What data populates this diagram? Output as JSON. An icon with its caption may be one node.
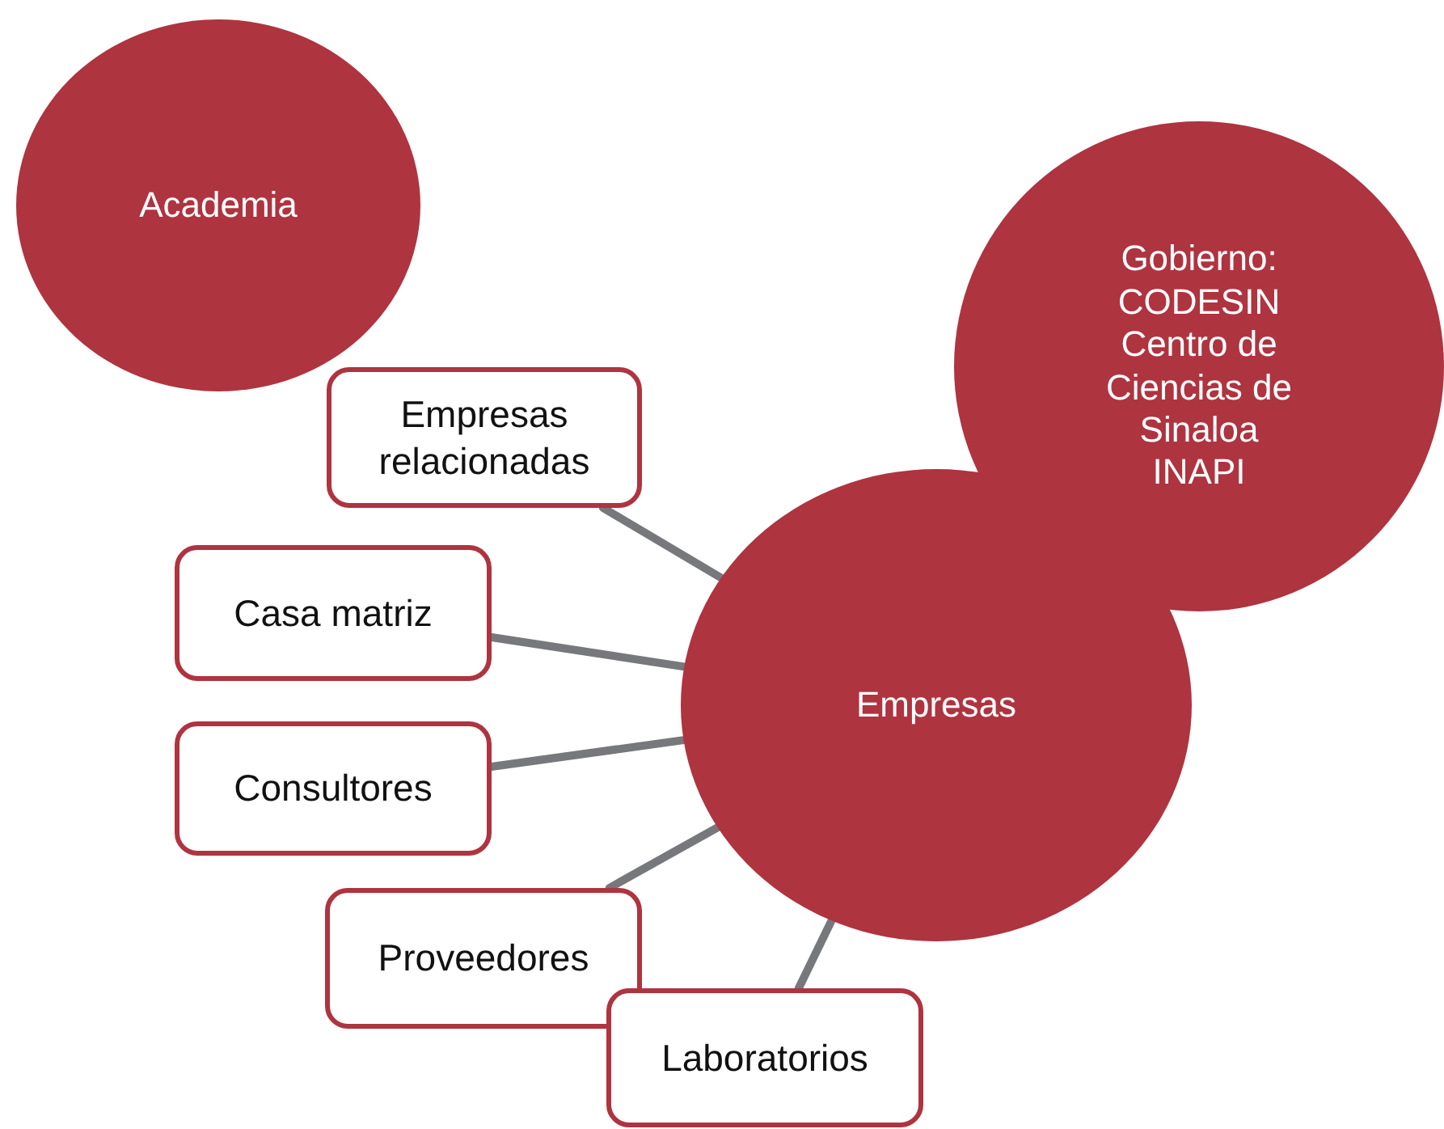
{
  "diagram": {
    "nodes": [
      {
        "text": [
          "Academia"
        ]
      },
      {
        "text": [
          "Gobierno: CODESIN Centro de Ciencias de Sinaloa INAPI"
        ]
      },
      {
        "text": [
          "Empresas relacionadas"
        ]
      },
      {
        "text": [
          "Casa matriz"
        ]
      },
      {
        "text": [
          "Empresas"
        ]
      },
      {
        "text": [
          "Consultores"
        ]
      },
      {
        "text": [
          "Proveedores"
        ]
      },
      {
        "text": [
          "Laboratorios"
        ]
      }
    ],
    "edges": [
      {
        "from": 2,
        "to": 4,
        "arrow": "none"
      },
      {
        "from": 3,
        "to": 4,
        "arrow": "none"
      },
      {
        "from": 5,
        "to": 4,
        "arrow": "none"
      },
      {
        "from": 6,
        "to": 4,
        "arrow": "none"
      },
      {
        "from": 7,
        "to": 4,
        "arrow": "none"
      }
    ]
  }
}
